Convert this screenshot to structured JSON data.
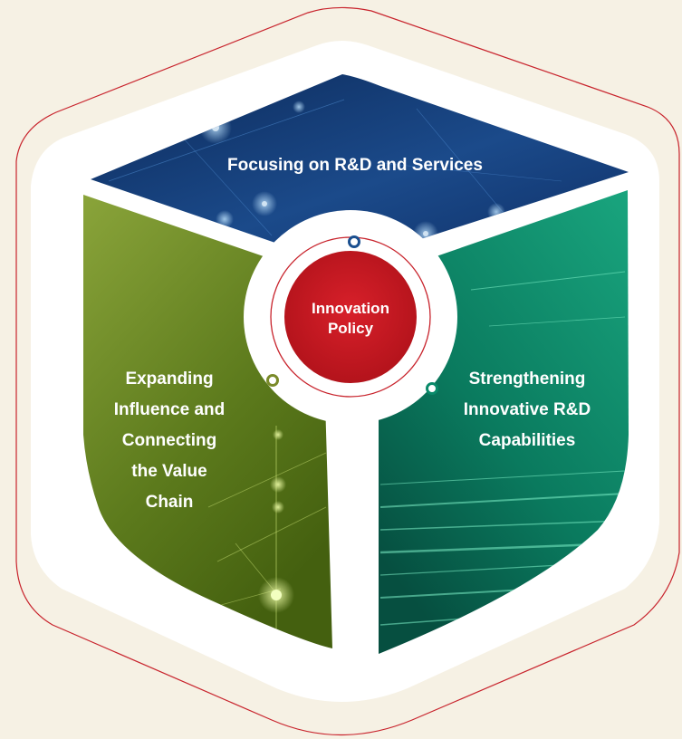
{
  "center": {
    "title_line1": "Innovation",
    "title_line2": "Policy"
  },
  "segments": {
    "top": {
      "lines": [
        "Focusing on R&D and Services"
      ]
    },
    "left": {
      "lines": [
        "Expanding",
        "Influence and",
        "Connecting",
        "the Value",
        "Chain"
      ]
    },
    "right": {
      "lines": [
        "Strengthening",
        "Innovative R&D",
        "Capabilities"
      ]
    }
  },
  "colors": {
    "background": "#f6f1e4",
    "outline": "#c8232c",
    "center_fill": "#c8161d",
    "top_panel": "#163a72",
    "left_panel": "#6a8a22",
    "right_panel": "#0b8a6a",
    "node_blue": "#1a4f8f",
    "node_olive": "#7a8a2a",
    "node_teal": "#0a8a6a"
  }
}
